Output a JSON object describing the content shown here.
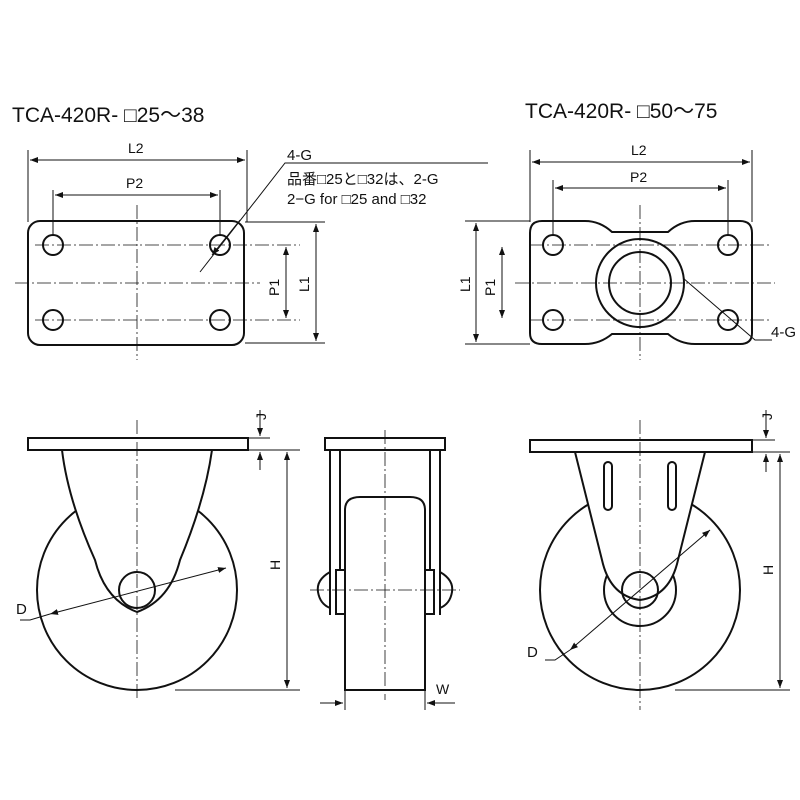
{
  "titles": {
    "left": "TCA-420R- □25～38",
    "right": "TCA-420R- □50～75"
  },
  "labels": {
    "L2": "L2",
    "P2": "P2",
    "P1": "P1",
    "L1": "L1",
    "G4": "4-G",
    "J": "J",
    "H": "H",
    "D": "D",
    "W": "W"
  },
  "note": {
    "line1": "品番□25と□32は、2-G",
    "line2": "2−G for □25 and □32"
  },
  "colors": {
    "line": "#111111",
    "background": "#ffffff"
  }
}
